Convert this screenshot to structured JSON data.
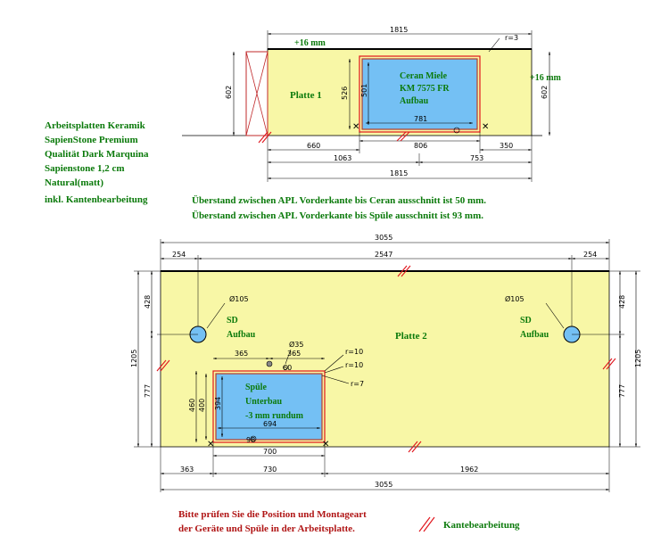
{
  "material_info": [
    "Arbeitsplatten Keramik",
    "SapienStone Premium",
    "Qualität Dark Marquina",
    "Sapienstone 1,2 cm",
    "Natural(matt)",
    "inkl. Kantenbearbeitung"
  ],
  "notes": [
    "Überstand zwischen APL Vorderkante bis Ceran ausschnitt ist 50 mm.",
    "Überstand zwischen APL Vorderkante bis Spüle ausschnitt ist 93 mm."
  ],
  "plate1": {
    "label": "Platte 1",
    "overhang_top": "+16 mm",
    "overhang_right": "+16 mm",
    "cooktop": [
      "Ceran Miele",
      "KM 7575 FR",
      "Aufbau"
    ],
    "dims": {
      "top_total": "1815",
      "radius": "r=3",
      "left_height": "602",
      "right_height": "602",
      "cutout_depth": "526",
      "cutout_depth_inner": "501",
      "cutout_width": "781",
      "cutout_outer": "806",
      "left_offset": "660",
      "right_offset": "350",
      "to_cutout": "1063",
      "cutout_to_end": "753",
      "bottom_total": "1815"
    }
  },
  "plate2": {
    "label": "Platte 2",
    "sd_left": [
      "SD",
      "Aufbau"
    ],
    "sd_right": [
      "SD",
      "Aufbau"
    ],
    "sink": [
      "Spüle",
      "Unterbau",
      "-3 mm rundum"
    ],
    "dims": {
      "top_total": "3055",
      "left_254": "254",
      "middle": "2547",
      "right_254": "254",
      "hole_left": "Ø105",
      "hole_right": "Ø105",
      "left_428": "428",
      "left_777": "777",
      "left_1205": "1205",
      "right_428": "428",
      "right_777": "777",
      "right_1205": "1205",
      "tap": "Ø35",
      "sink_365a": "365",
      "sink_365b": "365",
      "r10a": "r=10",
      "r10b": "r=10",
      "r7": "r=7",
      "sink_460": "460",
      "sink_400": "400",
      "sink_394": "394",
      "sink_694": "694",
      "sink_98": "98",
      "sink_60": "60",
      "sink_700": "700",
      "b_363": "363",
      "b_730": "730",
      "b_1962": "1962",
      "bottom_total": "3055"
    }
  },
  "footer": {
    "check": [
      "Bitte prüfen Sie die Position und Montageart",
      "der Geräte und Spüle in der Arbeitsplatte."
    ],
    "legend": "Kantebearbeitung"
  },
  "colors": {
    "plate": "#f8f7a6",
    "cutout": "#74c0f4",
    "edge": "#e0151c",
    "cutout_border": "#b33b2b",
    "label_green": "#0b7a0b",
    "label_red": "#b01515"
  }
}
